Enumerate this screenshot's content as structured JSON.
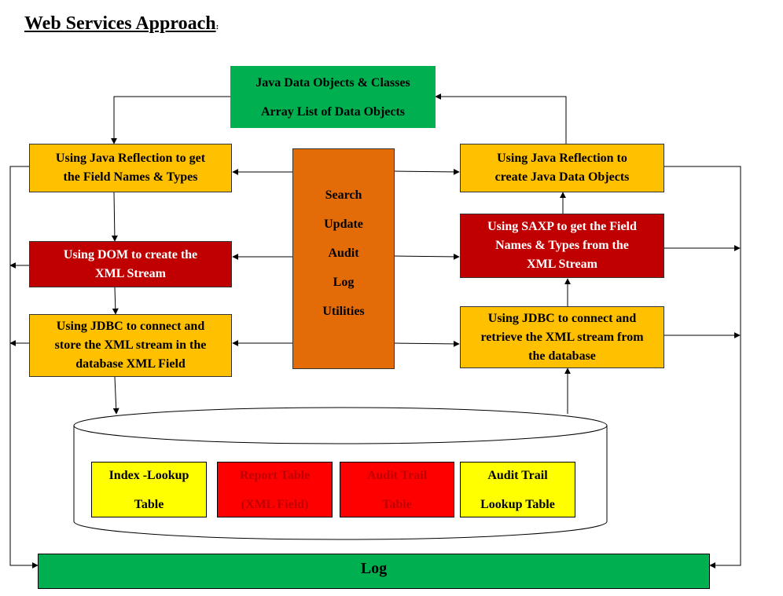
{
  "title": {
    "text": "Web Services Approach",
    "suffix": ":"
  },
  "top_box": {
    "line1": "Java Data Objects & Classes",
    "line2": "Array List of Data Objects"
  },
  "left_column": {
    "reflection": {
      "line1": "Using Java Reflection to get",
      "line2": "the Field Names & Types"
    },
    "dom": {
      "line1": "Using DOM to create the",
      "line2": "XML Stream"
    },
    "jdbc_store": {
      "line1": "Using JDBC to connect and",
      "line2": "store the XML stream in the",
      "line3": "database XML Field"
    }
  },
  "center_box": {
    "items": [
      "Search",
      "Update",
      "Audit",
      "Log",
      "Utilities"
    ]
  },
  "right_column": {
    "reflection": {
      "line1": "Using Java Reflection to",
      "line2": "create Java Data Objects"
    },
    "saxp": {
      "line1": "Using SAXP to get  the Field",
      "line2": "Names & Types  from the",
      "line3": "XML Stream"
    },
    "jdbc_retrieve": {
      "line1": "Using JDBC to connect and",
      "line2": "retrieve the XML stream from",
      "line3": "the database"
    }
  },
  "database": {
    "tables": [
      {
        "line1": "Index -Lookup",
        "line2": "Table",
        "color": "#ffff00"
      },
      {
        "line1": "Report Table",
        "line2": "(XML Field)",
        "color": "#ff0000"
      },
      {
        "line1": "Audit Trail",
        "line2": "Table",
        "color": "#ff0000"
      },
      {
        "line1": "Audit Trail",
        "line2": "Lookup Table",
        "color": "#ffff00"
      }
    ]
  },
  "log_bar": {
    "label": "Log"
  },
  "colors": {
    "amber": "#ffc000",
    "crimson": "#c00000",
    "green": "#00b050",
    "orange": "#e36c09",
    "yellow": "#ffff00",
    "red": "#ff0000"
  }
}
